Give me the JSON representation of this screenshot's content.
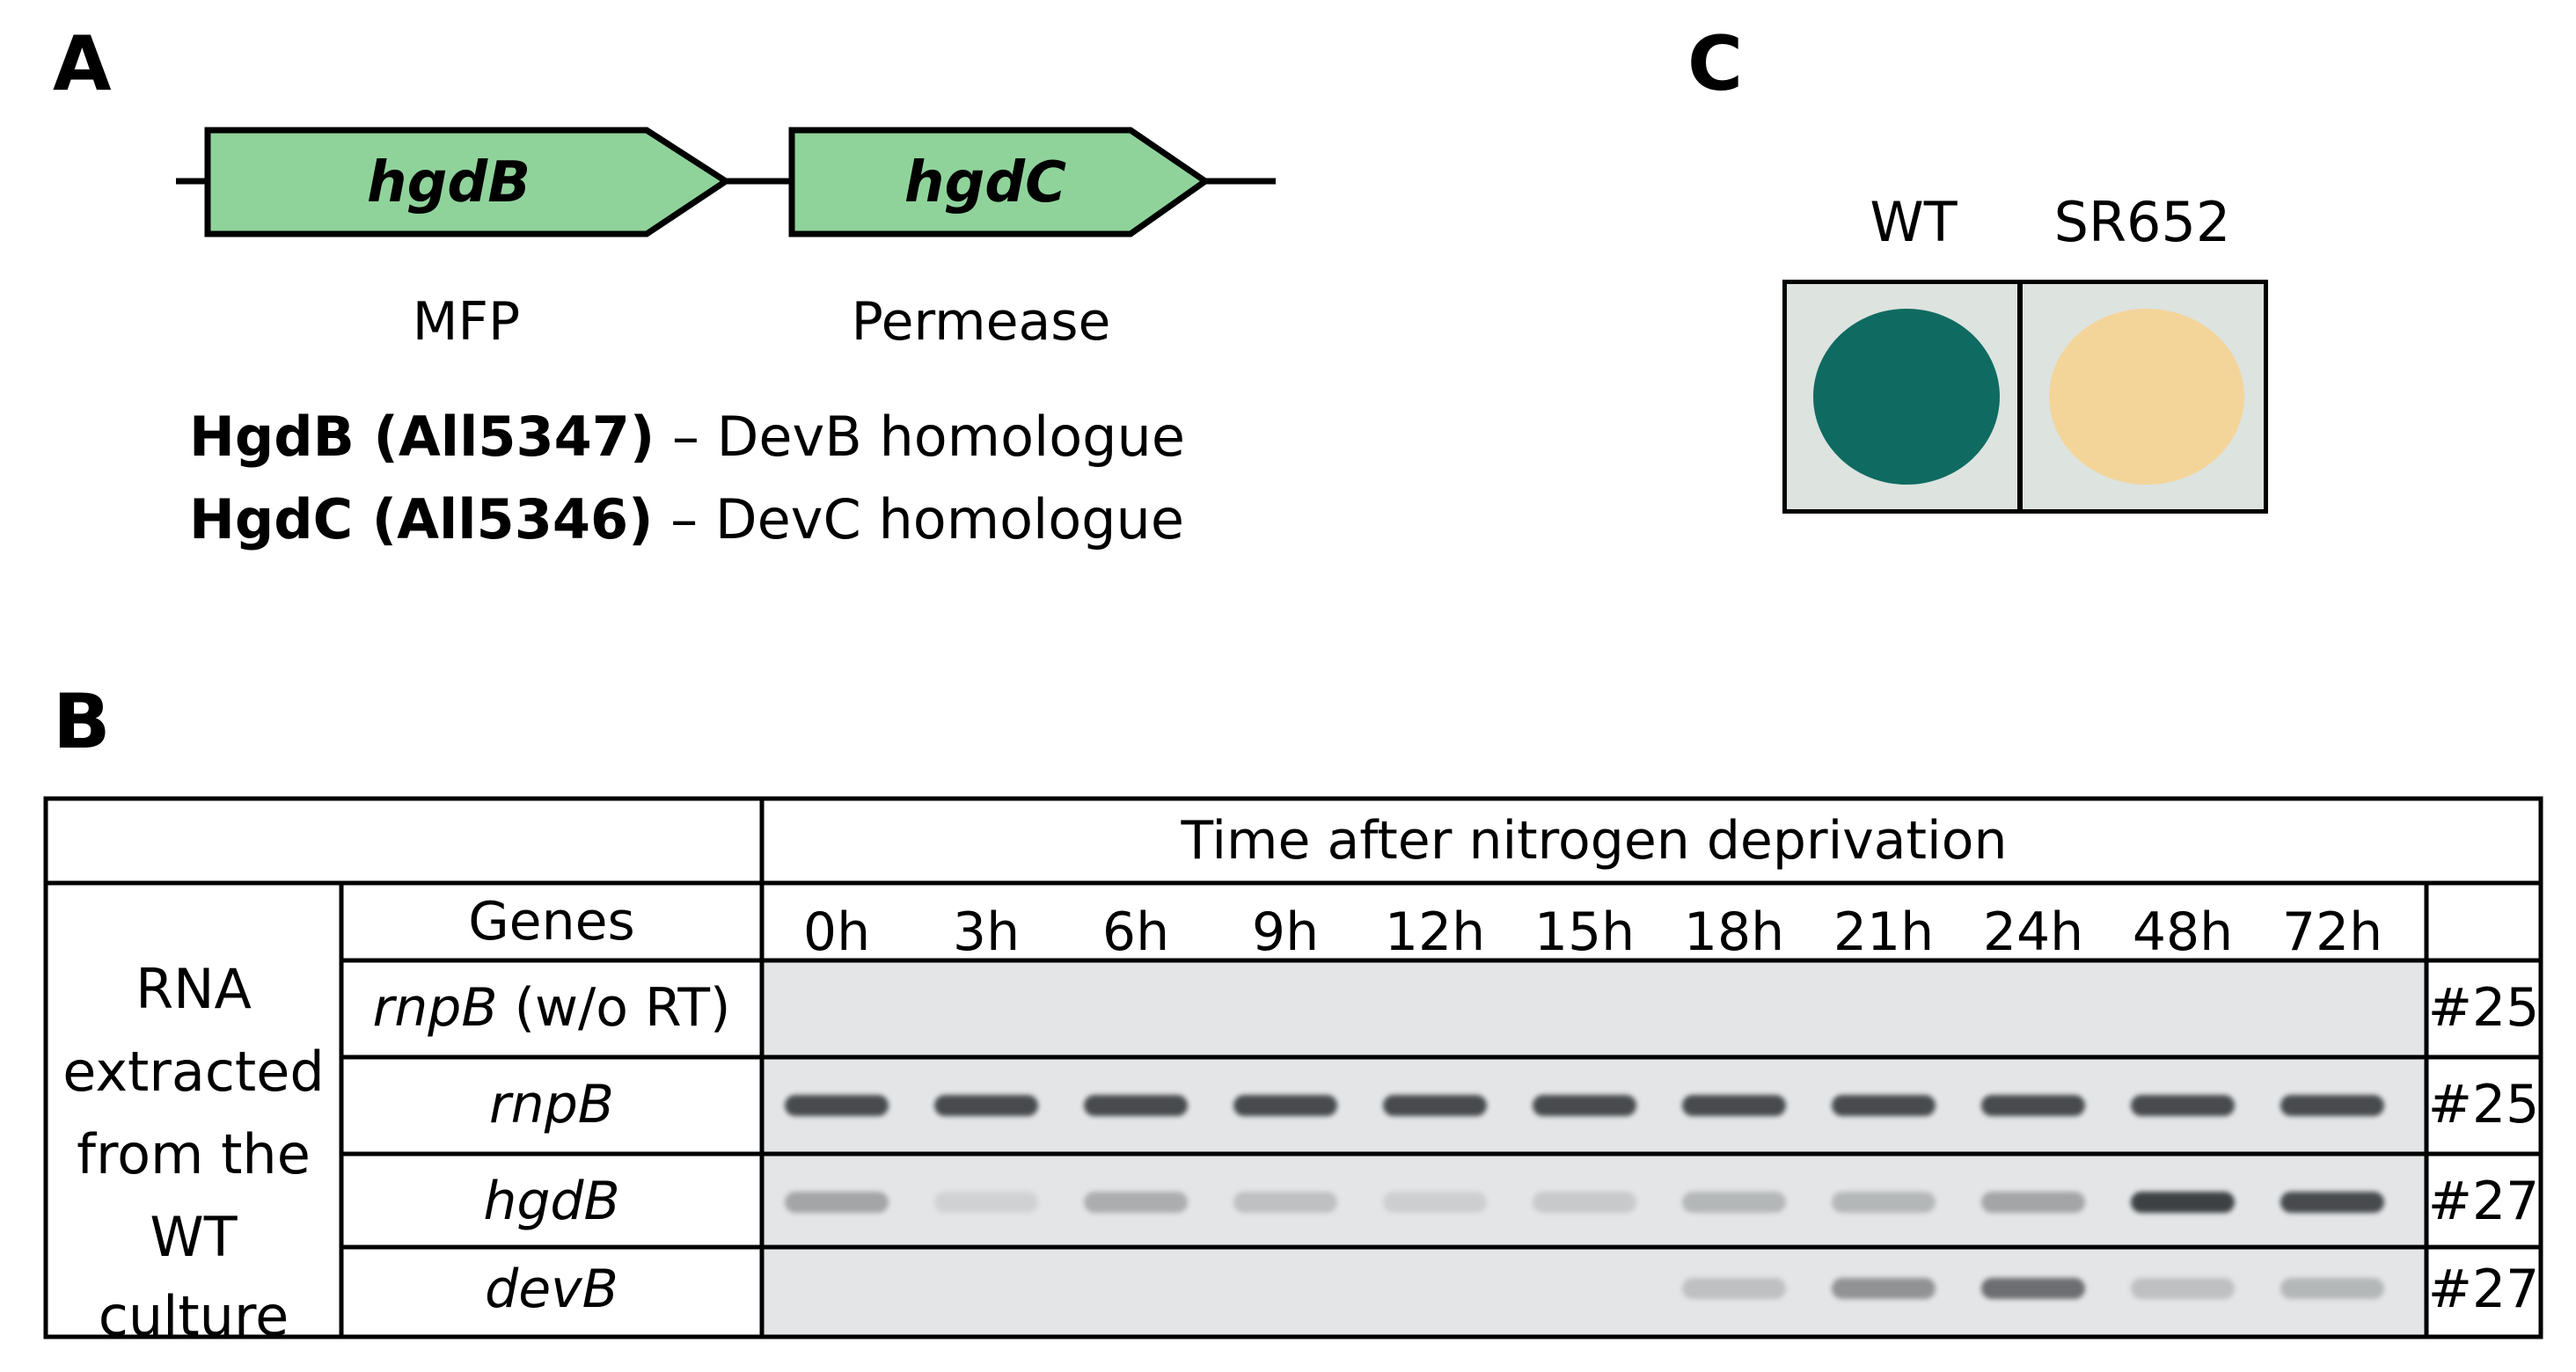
{
  "panel_a": {
    "letter": "A",
    "genes": [
      {
        "name": "hgdB",
        "function": "MFP",
        "color": "#8fd39b"
      },
      {
        "name": "hgdC",
        "function": "Permease",
        "color": "#8fd39b"
      }
    ],
    "descriptions": [
      {
        "bold": "HgdB (All5347)",
        "rest": " – DevB homologue"
      },
      {
        "bold": "HgdC (All5346)",
        "rest": " – DevC homologue"
      }
    ]
  },
  "panel_b": {
    "letter": "B",
    "header": "Time after nitrogen deprivation",
    "genes_header": "Genes",
    "time_points": [
      "0h",
      "3h",
      "6h",
      "9h",
      "12h",
      "15h",
      "18h",
      "21h",
      "24h",
      "48h",
      "72h"
    ],
    "row_label_lines": [
      "RNA",
      "extracted",
      "from the",
      "WT",
      "culture"
    ],
    "rows": [
      {
        "gene": "rnpB",
        "suffix": " (w/o RT)",
        "cycles": "#25",
        "band_intensity": [
          0,
          0,
          0,
          0,
          0,
          0,
          0,
          0,
          0,
          0,
          0
        ]
      },
      {
        "gene": "rnpB",
        "suffix": "",
        "cycles": "#25",
        "band_intensity": [
          0.85,
          0.85,
          0.85,
          0.85,
          0.85,
          0.85,
          0.85,
          0.85,
          0.85,
          0.85,
          0.85
        ]
      },
      {
        "gene": "hgdB",
        "suffix": "",
        "cycles": "#27",
        "band_intensity": [
          0.35,
          0.1,
          0.3,
          0.2,
          0.12,
          0.15,
          0.25,
          0.25,
          0.35,
          0.9,
          0.85
        ]
      },
      {
        "gene": "devB",
        "suffix": "",
        "cycles": "#27",
        "band_intensity": [
          0,
          0,
          0,
          0,
          0,
          0,
          0.2,
          0.45,
          0.65,
          0.2,
          0.25
        ]
      }
    ],
    "gel_color": "#e3e5e6",
    "band_color": "#2d3033"
  },
  "panel_c": {
    "letter": "C",
    "strains": [
      {
        "name": "WT",
        "color": "#0f6b61"
      },
      {
        "name": "SR652",
        "color": "#f3d59a"
      }
    ],
    "plate_bg": "#dde3df"
  }
}
